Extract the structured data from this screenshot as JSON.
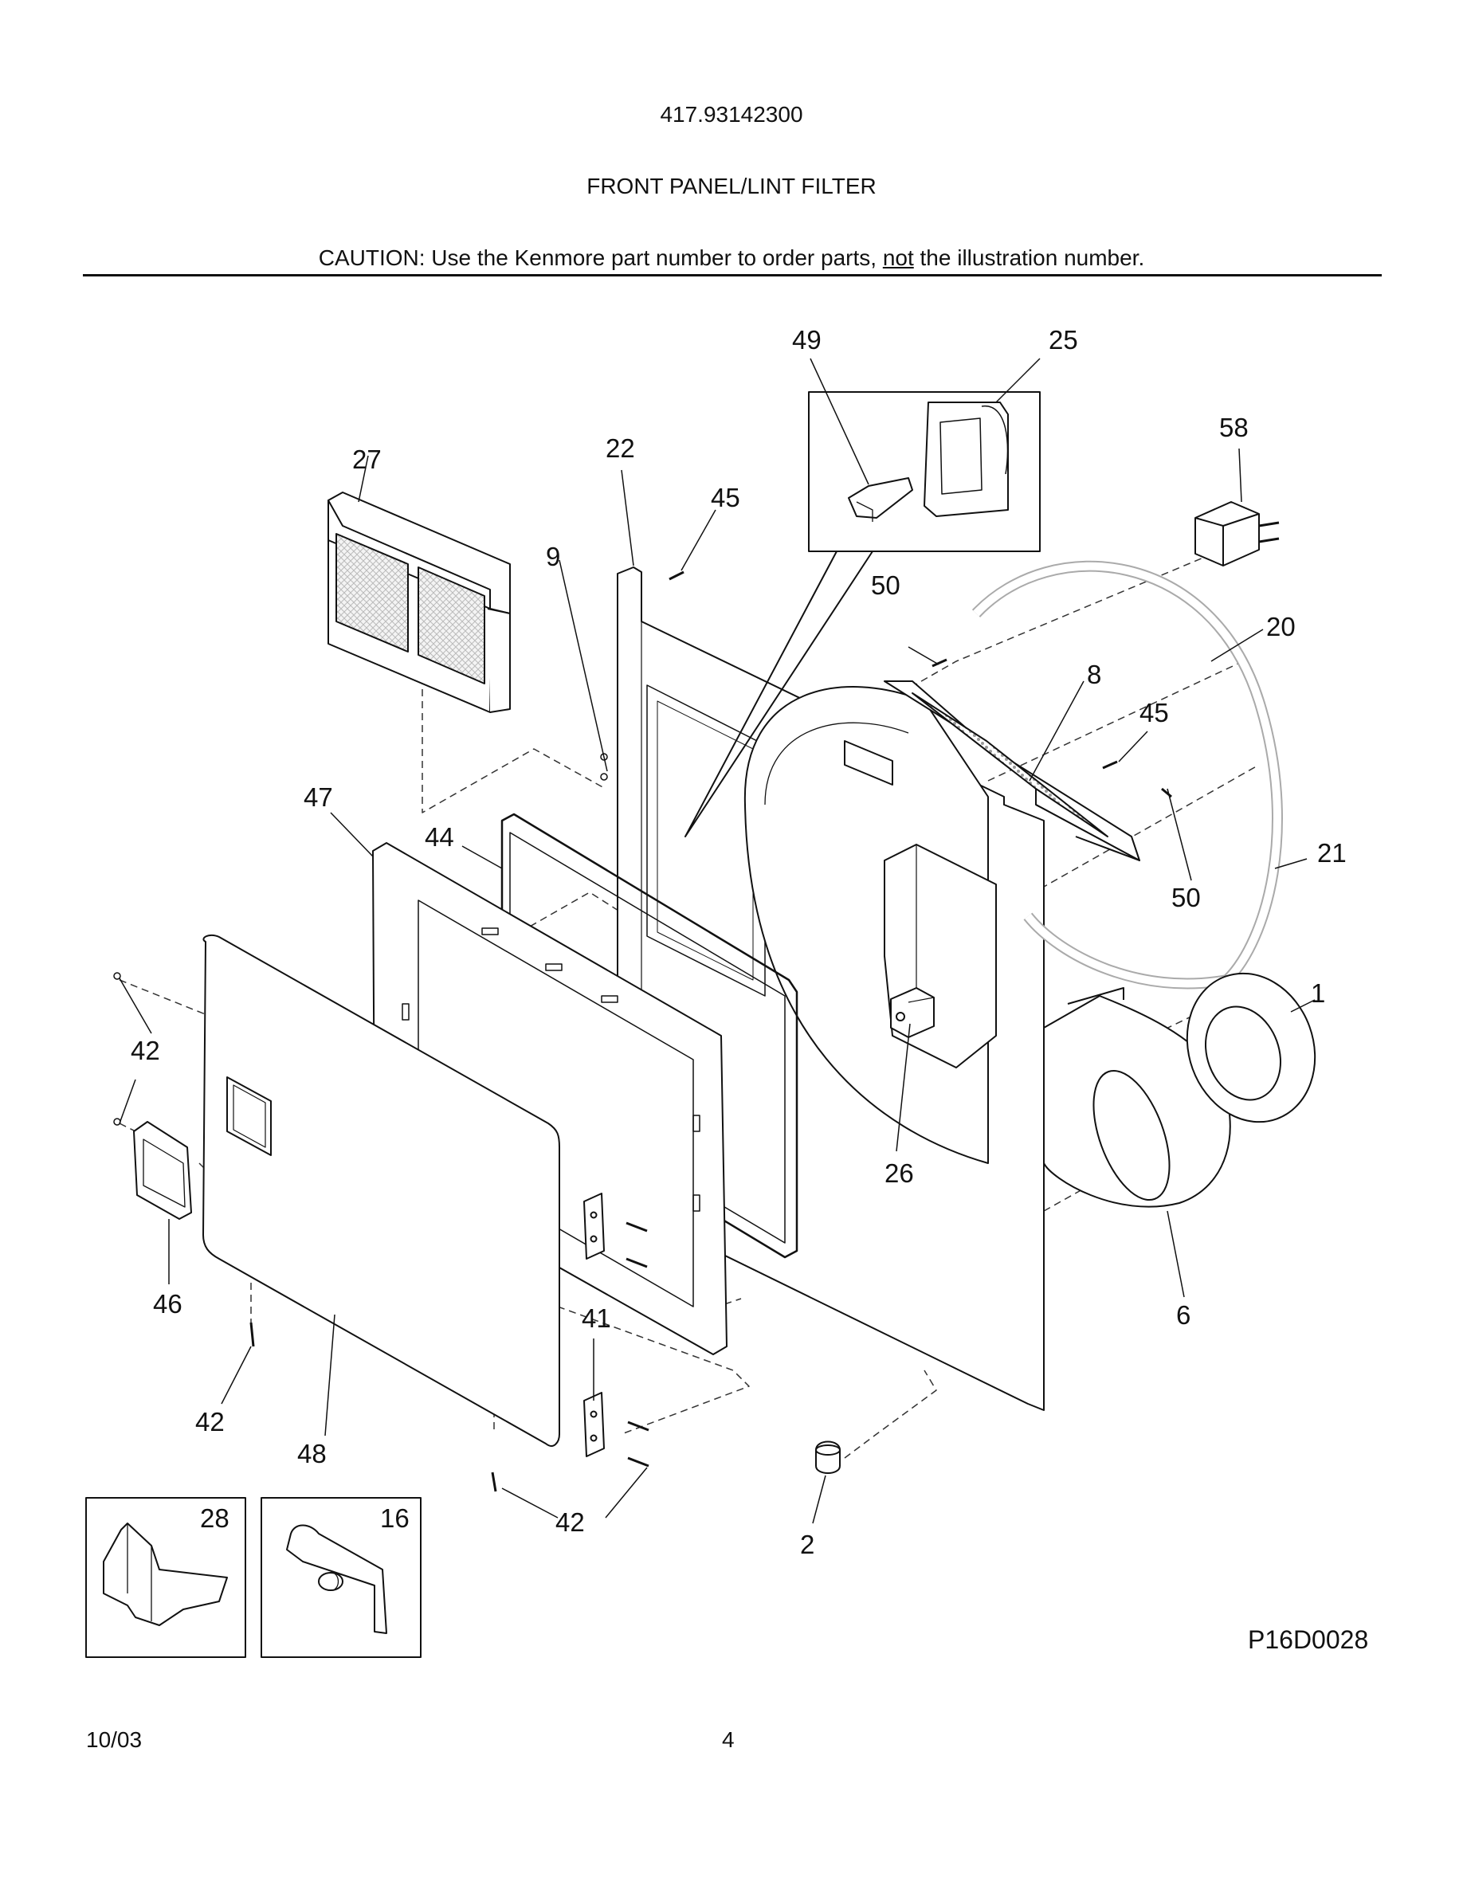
{
  "header": {
    "model_number": "417.93142300",
    "section_title": "FRONT PANEL/LINT FILTER",
    "caution_prefix": "CAUTION: Use the Kenmore part number to order parts, ",
    "caution_emphasis": "not",
    "caution_suffix": " the illustration number."
  },
  "figure_id": "P16D0028",
  "footer": {
    "date": "10/03",
    "page": "4"
  },
  "callouts": [
    {
      "id": "c1",
      "label": "1"
    },
    {
      "id": "c2",
      "label": "2"
    },
    {
      "id": "c6",
      "label": "6"
    },
    {
      "id": "c8",
      "label": "8"
    },
    {
      "id": "c9",
      "label": "9"
    },
    {
      "id": "c16",
      "label": "16"
    },
    {
      "id": "c20",
      "label": "20"
    },
    {
      "id": "c21",
      "label": "21"
    },
    {
      "id": "c22",
      "label": "22"
    },
    {
      "id": "c25",
      "label": "25"
    },
    {
      "id": "c26",
      "label": "26"
    },
    {
      "id": "c27",
      "label": "27"
    },
    {
      "id": "c28",
      "label": "28"
    },
    {
      "id": "c41",
      "label": "41"
    },
    {
      "id": "c42a",
      "label": "42"
    },
    {
      "id": "c42b",
      "label": "42"
    },
    {
      "id": "c42c",
      "label": "42"
    },
    {
      "id": "c44",
      "label": "44"
    },
    {
      "id": "c45a",
      "label": "45"
    },
    {
      "id": "c45b",
      "label": "45"
    },
    {
      "id": "c46",
      "label": "46"
    },
    {
      "id": "c47",
      "label": "47"
    },
    {
      "id": "c48",
      "label": "48"
    },
    {
      "id": "c49",
      "label": "49"
    },
    {
      "id": "c50a",
      "label": "50"
    },
    {
      "id": "c50b",
      "label": "50"
    },
    {
      "id": "c58",
      "label": "58"
    }
  ]
}
